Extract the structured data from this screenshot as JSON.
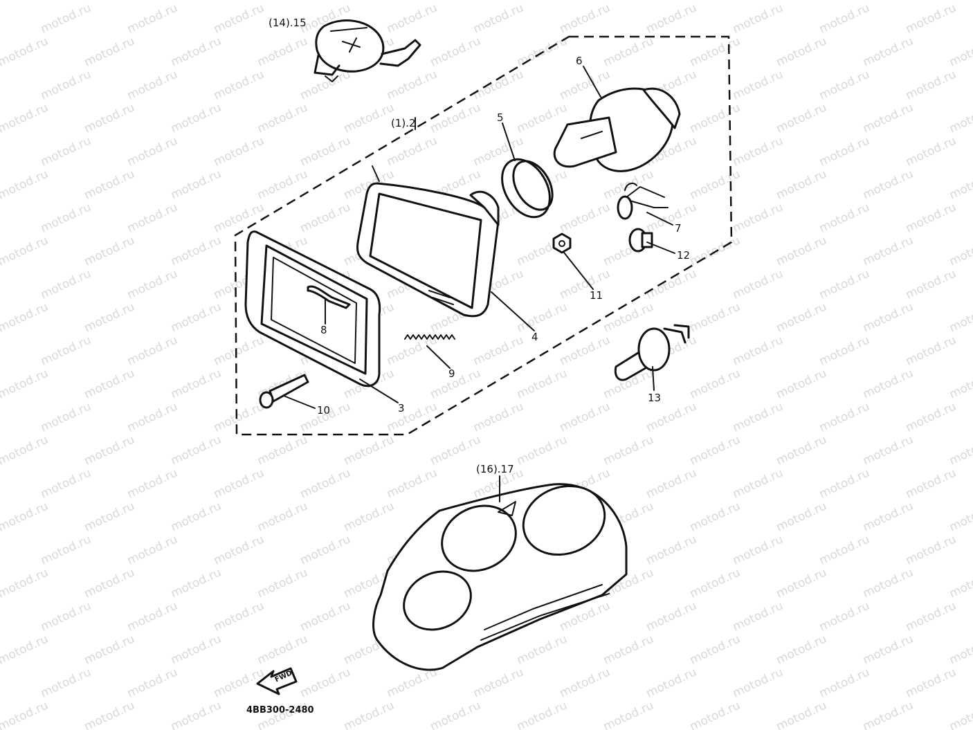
{
  "watermark": "motod.ru",
  "drawing_code": "4BB300-2480",
  "direction_label": "FWD",
  "parts": [
    {
      "key": "p14_15",
      "label": "(14).15"
    },
    {
      "key": "p1_2",
      "label": "(1).2"
    },
    {
      "key": "p3",
      "label": "3"
    },
    {
      "key": "p4",
      "label": "4"
    },
    {
      "key": "p5",
      "label": "5"
    },
    {
      "key": "p6",
      "label": "6"
    },
    {
      "key": "p7",
      "label": "7"
    },
    {
      "key": "p8",
      "label": "8"
    },
    {
      "key": "p9",
      "label": "9"
    },
    {
      "key": "p10",
      "label": "10"
    },
    {
      "key": "p11",
      "label": "11"
    },
    {
      "key": "p12",
      "label": "12"
    },
    {
      "key": "p13",
      "label": "13"
    },
    {
      "key": "p16_17",
      "label": "(16).17"
    }
  ]
}
